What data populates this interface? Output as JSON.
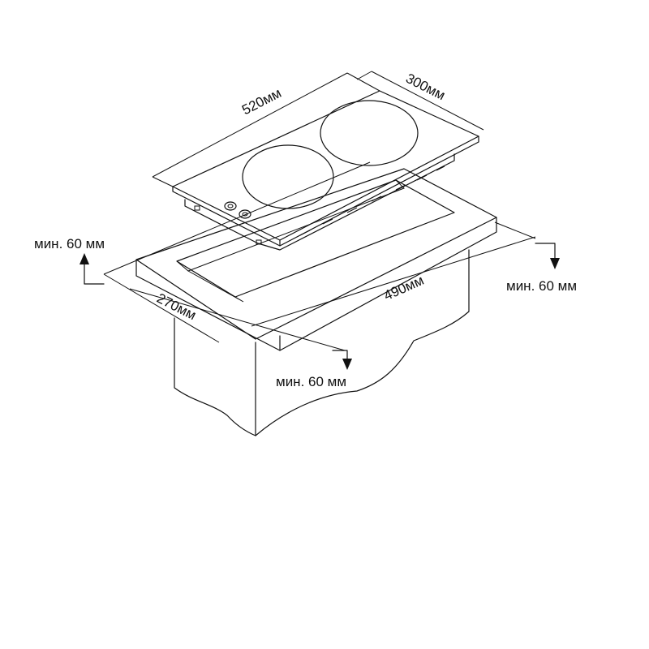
{
  "dimensions": {
    "hob_width": "520мм",
    "hob_depth": "300мм",
    "cutout_depth": "270мм",
    "cutout_width": "490мм"
  },
  "clearances": {
    "left": "мин. 60 мм",
    "right": "мин. 60 мм",
    "front": "мин. 60 мм"
  },
  "colors": {
    "line": "#111111",
    "background": "#ffffff"
  }
}
